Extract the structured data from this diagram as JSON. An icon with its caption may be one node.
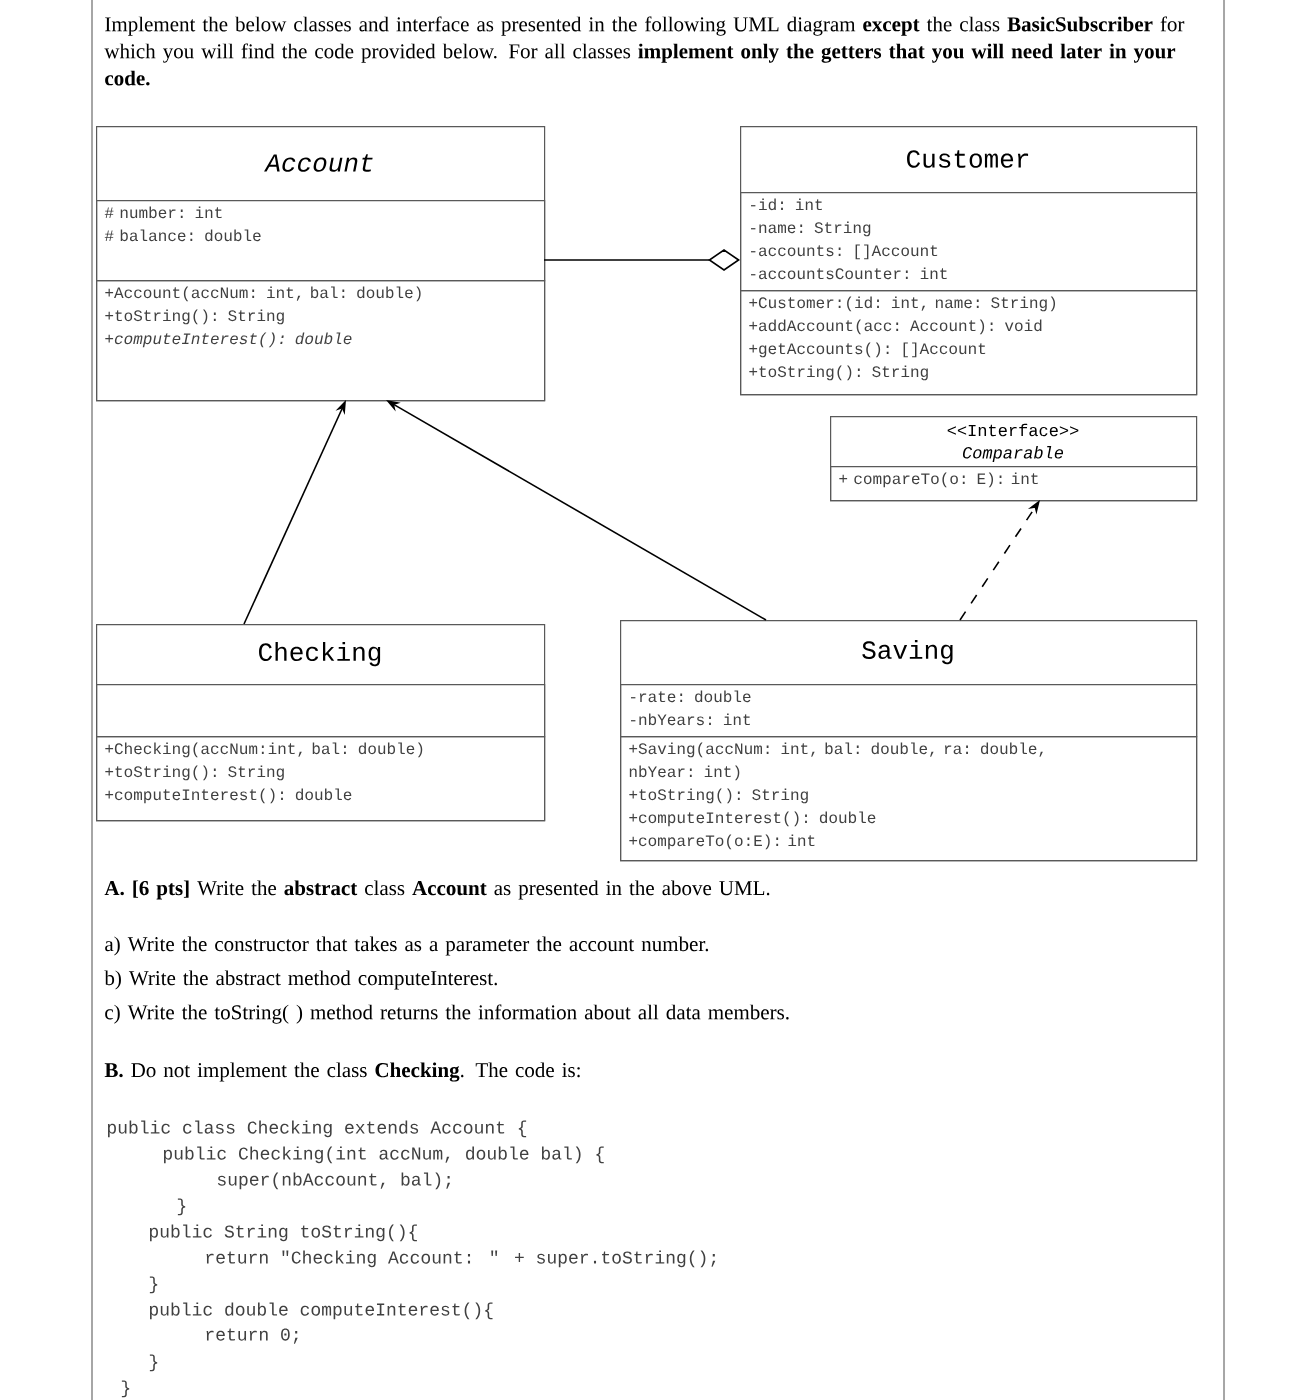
{
  "diagram": {
    "nodes": [
      {
        "text": [
          "Account"
        ]
      },
      {
        "text": [
          "# number: int",
          "# balance: double"
        ],
        "in": 0
      },
      {
        "text": [
          "+Account(accNum: int, bal: double)",
          "+toString(): String",
          "+computeInterest(): double"
        ],
        "in": 0
      },
      {
        "text": [
          "Customer"
        ]
      },
      {
        "text": [
          "-id: int",
          "-name: String",
          "-accounts: []Account",
          "-accountsCounter: int"
        ],
        "in": 3
      },
      {
        "text": [
          "+Customer:(id: int, name: String)",
          "+addAccount(acc: Account): void",
          "+getAccounts(): []Account",
          "+toString(): String"
        ],
        "in": 3
      },
      {
        "text": [
          "<<Interface>>",
          "Comparable"
        ]
      },
      {
        "text": [
          "+ compareTo(o: E): int"
        ],
        "in": 6
      },
      {
        "text": [
          "Checking"
        ]
      },
      {
        "text": [],
        "shape": "box",
        "in": 8
      },
      {
        "text": [
          "+Checking(accNum:int, bal: double)",
          "+toString(): String",
          "+computeInterest(): double"
        ],
        "in": 8
      },
      {
        "text": [
          "Saving"
        ]
      },
      {
        "text": [
          "-rate: double",
          "-nbYears: int"
        ],
        "in": 11
      },
      {
        "text": [
          "+Saving(accNum: int, bal: double, ra: double, nbYear: int)",
          "+toString(): String",
          "+computeInterest(): double",
          "+compareTo(o:E): int"
        ],
        "in": 11
      }
    ],
    "edges": [
      {
        "from": 0,
        "to": 3,
        "arrow": "other"
      },
      {
        "from": 8,
        "to": 0,
        "arrow": "to"
      },
      {
        "from": 11,
        "to": 0,
        "arrow": "to"
      },
      {
        "from": 11,
        "to": 6,
        "arrow": "to",
        "style": "dashed"
      }
    ],
    "labels": [
      "Implement the below classes and interface as presented in the following UML diagram **except** the class **BasicSubscriber** for which you will find the code provided below. For all classes **implement only the getters that you will need later in your code.**",
      "**A. [6 pts]** Write the **abstract** class **Account** as presented in the above UML.",
      "a) Write the constructor that takes as a parameter the account number.",
      "b) Write the abstract method computeInterest.",
      "c) Write the toString( ) method returns the information about all data members.",
      "**B.** Do not implement the class **Checking**. The code is:",
      "public class Checking extends Account {",
      "public Checking(int accNum, double bal) {",
      "super(nbAccount, bal);",
      "}",
      "public String toString(){",
      "return \"Checking Account: \" + super.toString();",
      "}",
      "public double computeInterest(){",
      "return 0;",
      "}",
      "}"
    ]
  }
}
